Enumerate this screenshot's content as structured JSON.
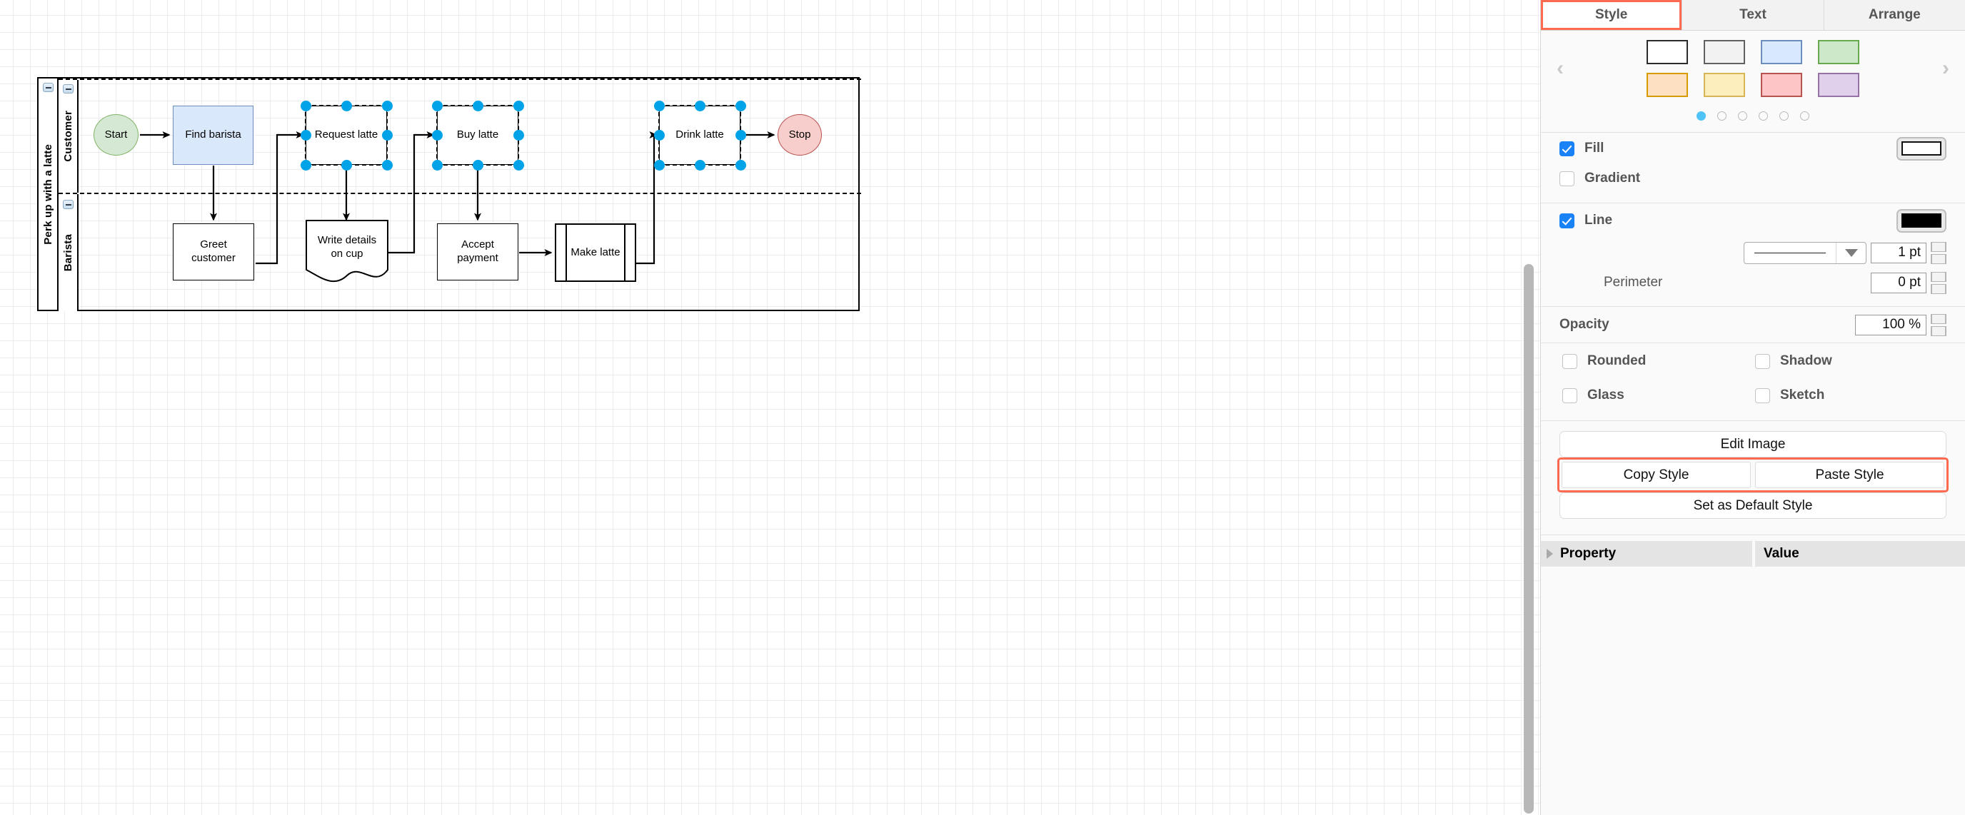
{
  "diagram": {
    "pool_title": "Perk up with a latte",
    "lanes": [
      {
        "name": "Customer"
      },
      {
        "name": "Barista"
      }
    ],
    "nodes": [
      {
        "id": "start",
        "label": "Start",
        "shape": "ellipse",
        "lane": "Customer",
        "fill": "#d5e8d4",
        "stroke": "#82b366",
        "selected": false
      },
      {
        "id": "find",
        "label": "Find barista",
        "shape": "rectangle",
        "lane": "Customer",
        "fill": "#dae8fc",
        "stroke": "#6c8ebf",
        "selected": false
      },
      {
        "id": "request",
        "label": "Request latte",
        "shape": "rectangle",
        "lane": "Customer",
        "fill": "#ffffff",
        "stroke": "#000000",
        "selected": true
      },
      {
        "id": "buy",
        "label": "Buy latte",
        "shape": "rectangle",
        "lane": "Customer",
        "fill": "#ffffff",
        "stroke": "#000000",
        "selected": true
      },
      {
        "id": "drink",
        "label": "Drink latte",
        "shape": "rectangle",
        "lane": "Customer",
        "fill": "#ffffff",
        "stroke": "#000000",
        "selected": true
      },
      {
        "id": "stop",
        "label": "Stop",
        "shape": "ellipse",
        "lane": "Customer",
        "fill": "#f8cecc",
        "stroke": "#b85450",
        "selected": false
      },
      {
        "id": "greet",
        "label": "Greet customer",
        "shape": "rectangle",
        "lane": "Barista",
        "fill": "#ffffff",
        "stroke": "#000000",
        "selected": false
      },
      {
        "id": "write",
        "label": "Write details on cup",
        "shape": "document",
        "lane": "Barista",
        "fill": "#ffffff",
        "stroke": "#000000",
        "selected": false
      },
      {
        "id": "accept",
        "label": "Accept payment",
        "shape": "rectangle",
        "lane": "Barista",
        "fill": "#ffffff",
        "stroke": "#000000",
        "selected": false
      },
      {
        "id": "make",
        "label": "Make latte",
        "shape": "predefined-process",
        "lane": "Barista",
        "fill": "#ffffff",
        "stroke": "#000000",
        "selected": false
      }
    ],
    "node_labels": {
      "start": "Start",
      "find": "Find barista",
      "request": "Request latte",
      "buy": "Buy latte",
      "drink": "Drink latte",
      "stop": "Stop",
      "greet_l1": "Greet",
      "greet_l2": "customer",
      "write_l1": "Write details",
      "write_l2": "on cup",
      "accept_l1": "Accept",
      "accept_l2": "payment",
      "make": "Make latte"
    },
    "edges": [
      {
        "from": "start",
        "to": "find"
      },
      {
        "from": "find",
        "to": "greet"
      },
      {
        "from": "greet",
        "to": "request"
      },
      {
        "from": "request",
        "to": "write"
      },
      {
        "from": "write",
        "to": "buy"
      },
      {
        "from": "buy",
        "to": "accept"
      },
      {
        "from": "accept",
        "to": "make"
      },
      {
        "from": "make",
        "to": "drink"
      },
      {
        "from": "drink",
        "to": "stop"
      }
    ],
    "selection_handle_color": "#00a2e8"
  },
  "panel": {
    "tabs": [
      {
        "id": "style",
        "label": "Style",
        "active": true,
        "highlighted": true
      },
      {
        "id": "text",
        "label": "Text",
        "active": false,
        "highlighted": false
      },
      {
        "id": "arrange",
        "label": "Arrange",
        "active": false,
        "highlighted": false
      }
    ],
    "palette": {
      "prev_label": "‹",
      "next_label": "›",
      "swatches": [
        {
          "fill": "#ffffff",
          "border": "#2b2b2b"
        },
        {
          "fill": "#f2f2f2",
          "border": "#616161"
        },
        {
          "fill": "#d8e8fd",
          "border": "#6c8ebf"
        },
        {
          "fill": "#cde8c8",
          "border": "#6aa84f"
        },
        {
          "fill": "#fde0c2",
          "border": "#d79b00"
        },
        {
          "fill": "#fdeebd",
          "border": "#d6b656"
        },
        {
          "fill": "#fdc5c5",
          "border": "#b85450"
        },
        {
          "fill": "#e0d0ec",
          "border": "#9673a6"
        }
      ],
      "page_count": 6,
      "page_active_index": 0,
      "active_dot_color": "#4fc3f7"
    },
    "fill": {
      "label": "Fill",
      "checked": true,
      "color": "#ffffff"
    },
    "gradient": {
      "label": "Gradient",
      "checked": false
    },
    "line": {
      "label": "Line",
      "checked": true,
      "color": "#000000",
      "style_preview": "solid",
      "width_value": "1 pt",
      "perimeter_label": "Perimeter",
      "perimeter_value": "0 pt"
    },
    "opacity": {
      "label": "Opacity",
      "value": "100 %"
    },
    "toggles": [
      {
        "id": "rounded",
        "label": "Rounded",
        "checked": false
      },
      {
        "id": "shadow",
        "label": "Shadow",
        "checked": false
      },
      {
        "id": "glass",
        "label": "Glass",
        "checked": false
      },
      {
        "id": "sketch",
        "label": "Sketch",
        "checked": false
      }
    ],
    "buttons": {
      "edit_image": "Edit Image",
      "copy_style": "Copy Style",
      "paste_style": "Paste Style",
      "set_default_style": "Set as Default Style",
      "highlight_color": "#fc6a52"
    },
    "property_table": {
      "col_property": "Property",
      "col_value": "Value"
    }
  }
}
